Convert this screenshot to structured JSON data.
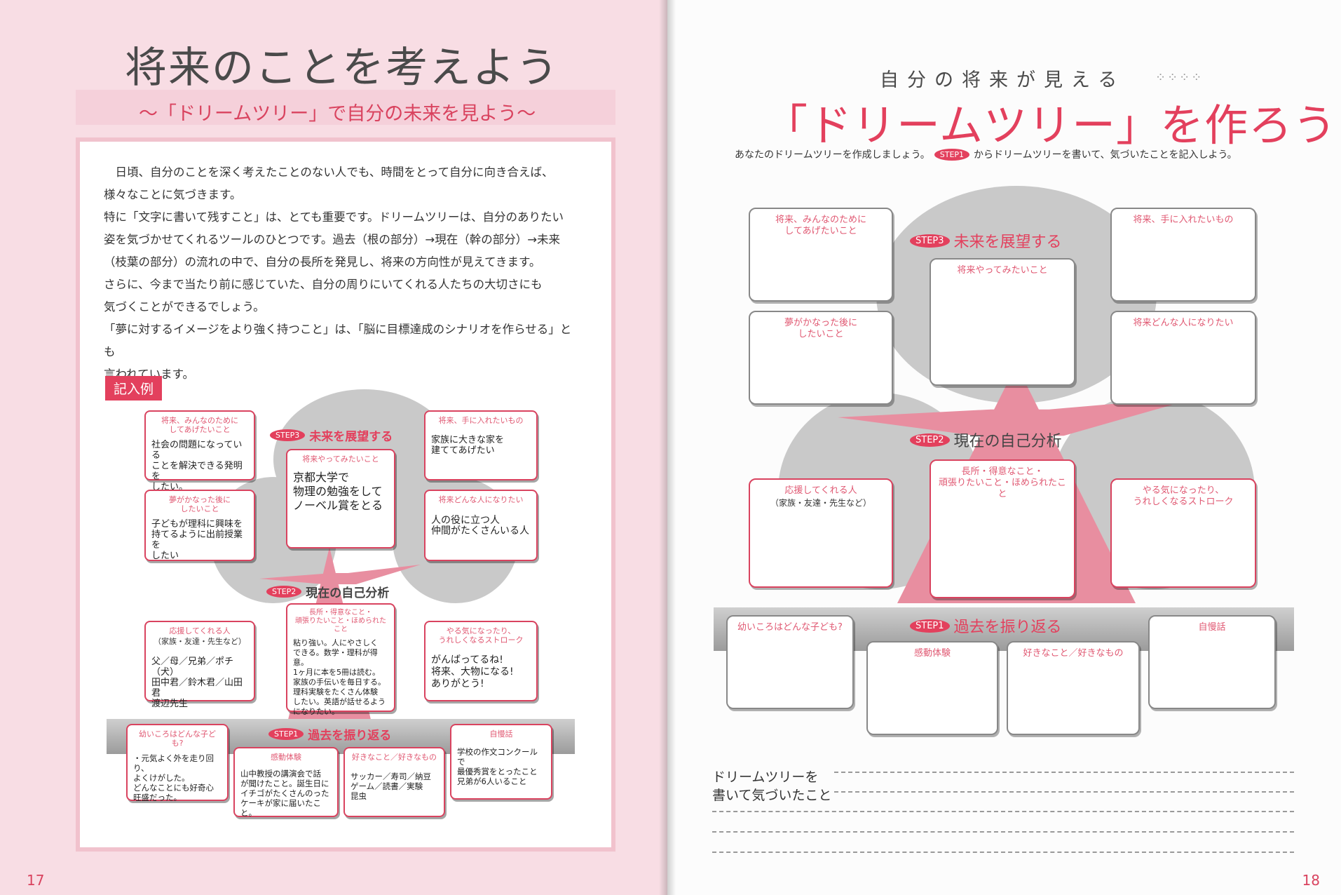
{
  "left": {
    "title": "将来のことを考えよう",
    "subtitle": "～「ドリームツリー」で自分の未来を見よう～",
    "body": [
      "日頃、自分のことを深く考えたことのない人でも、時間をとって自分に向き合えば、",
      "様々なことに気づきます。",
      "特に「文字に書いて残すこと」は、とても重要です。ドリームツリーは、自分のありたい",
      "姿を気づかせてくれるツールのひとつです。過去（根の部分）→現在（幹の部分）→未来",
      "（枝葉の部分）の流れの中で、自分の長所を発見し、将来の方向性が見えてきます。",
      "さらに、今まで当たり前に感じていた、自分の周りにいてくれる人たちの大切さにも",
      "気づくことができるでしょう。",
      "「夢に対するイメージをより強く持つこと」は、「脳に目標達成のシナリオを作らせる」とも",
      "言われています。"
    ],
    "example_tag": "記入例",
    "page_number": "17",
    "step3": {
      "badge": "STEP3",
      "text": "未来を展望する"
    },
    "step2": {
      "badge": "STEP2",
      "text": "現在の自己分析"
    },
    "step1": {
      "badge": "STEP1",
      "text": "過去を振り返る"
    },
    "boxes": {
      "for_everyone": {
        "head": "将来、みんなのために\nしてあげたいこと",
        "body": "社会の問題になっている\nことを解決できる発明を\nしたい。"
      },
      "want_things": {
        "head": "将来、手に入れたいもの",
        "body": "家族に大きな家を\n建ててあげたい"
      },
      "want_to_do": {
        "head": "将来やってみたいこと",
        "body": "京都大学で\n物理の勉強をして\nノーベル賞をとる"
      },
      "after_dream": {
        "head": "夢がかなった後に\nしたいこと",
        "body": "子どもが理科に興味を\n持てるように出前授業を\nしたい"
      },
      "future_person": {
        "head": "将来どんな人になりたい",
        "body": "人の役に立つ人\n仲間がたくさんいる人"
      },
      "supporters": {
        "head": "応援してくれる人",
        "sub": "（家族・友達・先生など）",
        "body": "父／母／兄弟／ポチ（犬）\n田中君／鈴木君／山田君\n渡辺先生"
      },
      "strengths": {
        "head": "長所・得意なこと・\n頑張りたいこと・ほめられたこと",
        "body": "粘り強い。人にやさしく\nできる。数学・理科が得意。\n1ヶ月に本を5冊は読む。\n家族の手伝いを毎日する。\n理科実験をたくさん体験\nしたい。英語が話せるよう\nになりたい。"
      },
      "motivation": {
        "head": "やる気になったり、\nうれしくなるストローク",
        "body": "がんばってるね!\n将来、大物になる!\nありがとう!"
      },
      "childhood": {
        "head": "幼いころはどんな子ども?",
        "body": "・元気よく外を走り回り、\nよくけがした。\nどんなことにも好奇心\n旺盛だった。"
      },
      "moving": {
        "head": "感動体験",
        "body": "山中教授の講演会で話\nが聞けたこと。誕生日に\nイチゴがたくさんのった\nケーキが家に届いたこと。"
      },
      "likes": {
        "head": "好きなこと／好きなもの",
        "body": "サッカー／寿司／納豆\nゲーム／読書／実験\n昆虫"
      },
      "boast": {
        "head": "自慢話",
        "body": "学校の作文コンクールで\n最優秀賞をとったこと\n兄弟が6人いること"
      }
    }
  },
  "right": {
    "top_text": "自分の将来が見える",
    "title": "「ドリームツリー」を作ろう",
    "intro_before": "あなたのドリームツリーを作成しましょう。",
    "intro_badge": "STEP1",
    "intro_after": "からドリームツリーを書いて、気づいたことを記入しよう。",
    "page_number": "18",
    "step3": {
      "badge": "STEP3",
      "text": "未来を展望する"
    },
    "step2": {
      "badge": "STEP2",
      "text": "現在の自己分析"
    },
    "step1": {
      "badge": "STEP1",
      "text": "過去を振り返る"
    },
    "boxes": {
      "for_everyone": "将来、みんなのために\nしてあげたいこと",
      "want_things": "将来、手に入れたいもの",
      "want_to_do": "将来やってみたいこと",
      "after_dream": "夢がかなった後に\nしたいこと",
      "future_person": "将来どんな人になりたい",
      "supporters": "応援してくれる人",
      "supporters_sub": "（家族・友達・先生など）",
      "strengths": "長所・得意なこと・\n頑張りたいこと・ほめられたこと",
      "motivation": "やる気になったり、\nうれしくなるストローク",
      "childhood": "幼いころはどんな子ども?",
      "moving": "感動体験",
      "likes": "好きなこと／好きなもの",
      "boast": "自慢話"
    },
    "reflect_label": "ドリームツリーを\n書いて気づいたこと"
  }
}
